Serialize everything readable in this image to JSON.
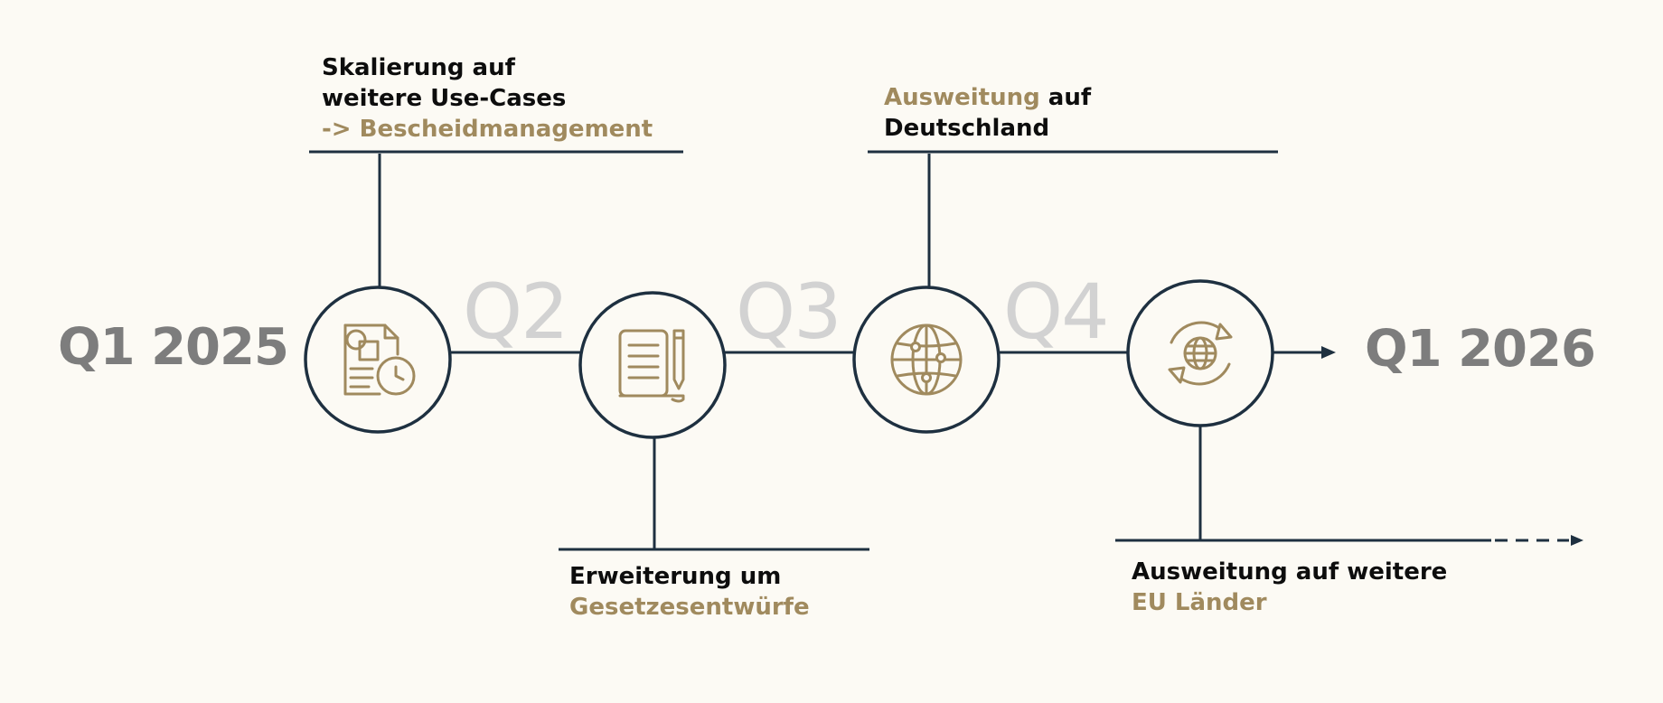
{
  "colors": {
    "background": "#fcfaf4",
    "navy": "#1e3040",
    "gold": "#a08a5e",
    "year_gray": "#7d7d7d",
    "quarter_gray": "#d2d2d2",
    "text": "#0d0d0d"
  },
  "timeline": {
    "start_label": "Q1 2025",
    "end_label": "Q1 2026",
    "quarters": [
      "Q2",
      "Q3",
      "Q4"
    ]
  },
  "milestones": [
    {
      "icon": "document-clock-icon",
      "lines": [
        [
          {
            "text": "Skalierung auf",
            "accent": false
          }
        ],
        [
          {
            "text": "weitere Use-Cases",
            "accent": false
          }
        ],
        [
          {
            "text": "-> Bescheidmanagement",
            "accent": true
          }
        ]
      ]
    },
    {
      "icon": "notepad-pen-icon",
      "lines": [
        [
          {
            "text": "Erweiterung um",
            "accent": false
          }
        ],
        [
          {
            "text": "Gesetzesentwürfe",
            "accent": true
          }
        ]
      ]
    },
    {
      "icon": "globe-network-icon",
      "lines": [
        [
          {
            "text": "Ausweitung",
            "accent": true
          },
          {
            "text": " auf",
            "accent": false
          }
        ],
        [
          {
            "text": "Deutschland",
            "accent": false
          }
        ]
      ]
    },
    {
      "icon": "globe-refresh-icon",
      "lines": [
        [
          {
            "text": "Ausweitung auf weitere",
            "accent": false
          }
        ],
        [
          {
            "text": "EU Länder",
            "accent": true
          }
        ]
      ]
    }
  ]
}
